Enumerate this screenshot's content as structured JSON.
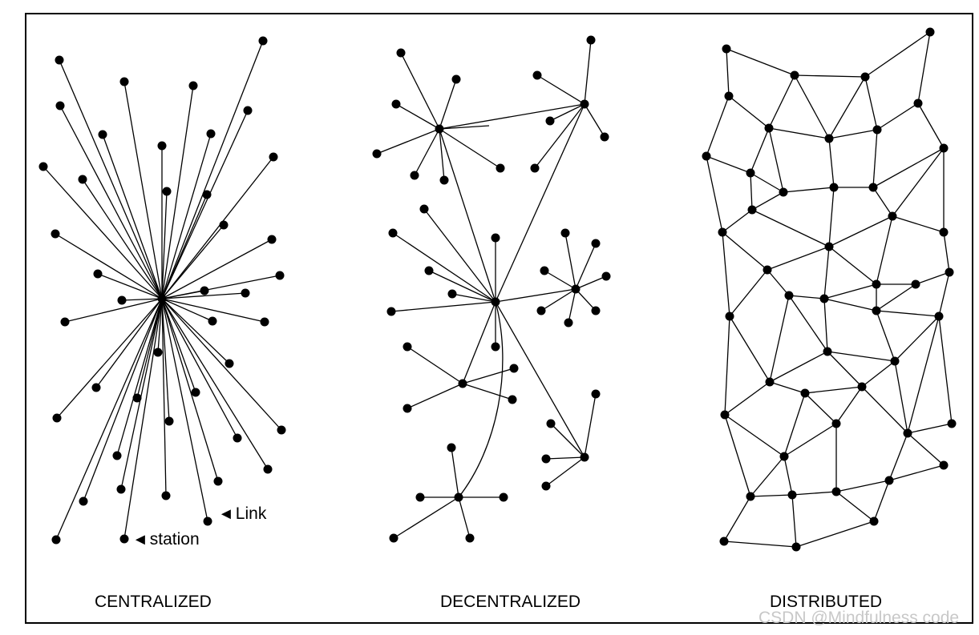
{
  "diagrams": [
    {
      "id": "centralized",
      "caption": "CENTRALIZED"
    },
    {
      "id": "decentralized",
      "caption": "DECENTRALIZED"
    },
    {
      "id": "distributed",
      "caption": "DISTRIBUTED"
    }
  ],
  "annotations": {
    "link_label": "Link",
    "station_label": "station",
    "arrow_glyph": "◄"
  },
  "watermark": "CSDN @Mindfulness code",
  "colors": {
    "line": "#000000",
    "node": "#000000",
    "background": "#ffffff",
    "watermark": "#c8c8c8"
  }
}
